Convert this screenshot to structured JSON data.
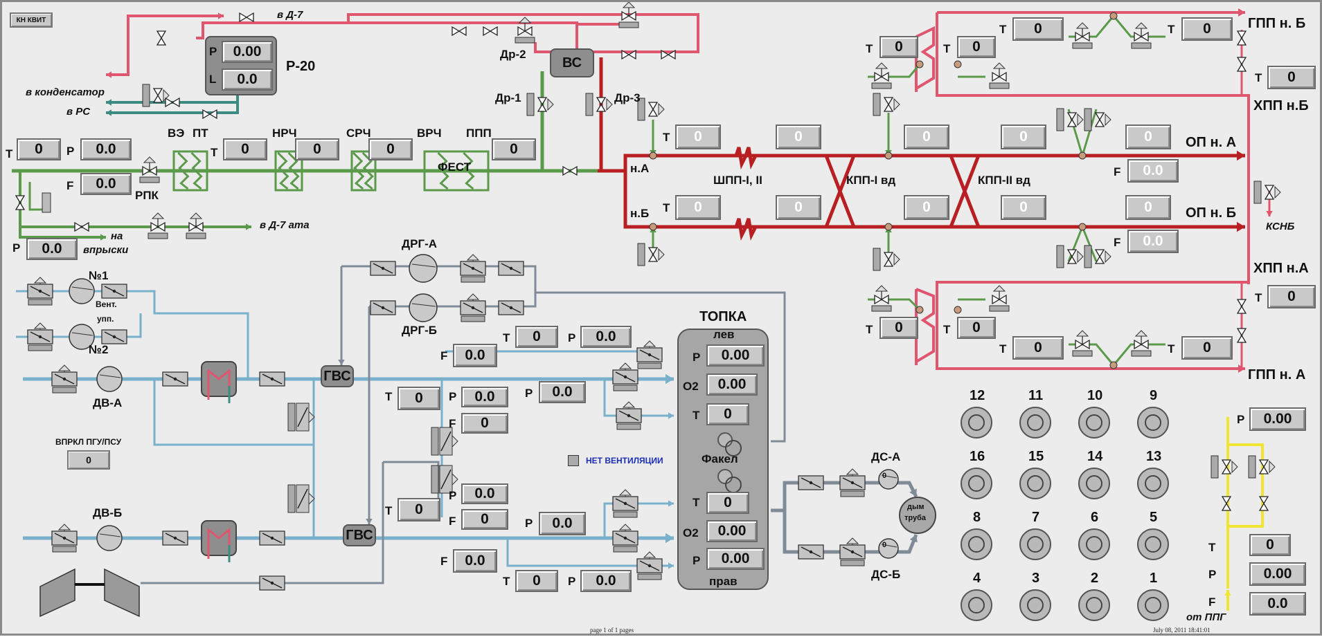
{
  "colors": {
    "steam_pink": "#e0566f",
    "steam_darkred": "#b81f23",
    "water_green": "#5a9a4a",
    "teal": "#3d8c82",
    "air_blue": "#79b0cc",
    "gas_gray": "#7f8c97",
    "fuel_yellow": "#f2e432",
    "panel": "#ececec"
  },
  "header_button": "КН КВИТ",
  "r20": {
    "title": "Р-20",
    "p_label": "Р",
    "p_value": "0.00",
    "l_label": "L",
    "l_value": "0.0"
  },
  "vs_unit": "ВС",
  "labels": {
    "to_d7_top": "в Д-7",
    "to_condenser": "в конденсатор",
    "to_rs": "в РС",
    "dr2": "Др-2",
    "dr1": "Др-1",
    "dr3": "Др-3",
    "ve": "ВЭ",
    "pt": "ПТ",
    "nrch": "НРЧ",
    "srch": "СРЧ",
    "vrch": "ВРЧ",
    "ppp": "ППП",
    "fest": "ФЕСТ",
    "rpk": "РПК",
    "to_d7_ata": "в Д-7 ата",
    "to_injections_1": "на",
    "to_injections_2": "впрыски",
    "na": "н.А",
    "nb": "н.Б",
    "shpp": "ШПП-I, II",
    "kpp1": "КПП-I вд",
    "kpp2": "КПП-II вд",
    "op_a": "ОП н. А",
    "op_b": "ОП н. Б",
    "gpp_b": "ГПП н. Б",
    "hpp_b": "ХПП н.Б",
    "ksnb": "КСНБ",
    "hpp_a": "ХПП н.А",
    "gpp_a": "ГПП н. А",
    "drg_a": "ДРГ-А",
    "drg_b": "ДРГ-Б",
    "fan_1": "№1",
    "fan_2": "№2",
    "vent_1": "Вент.",
    "vent_2": "упп.",
    "dv_a": "ДВ-А",
    "dv_b": "ДВ-Б",
    "gvs_top": "ГВС",
    "gvs_bottom": "ГВС",
    "vprkl": "ВПРКЛ ПГУ/ПСУ",
    "vprkl_value": "0",
    "no_vent": "НЕТ ВЕНТИЛЯЦИИ",
    "topka": "ТОПКА",
    "lev": "лев",
    "fakel": "Факел",
    "prav": "прав",
    "ds_a": "ДС-А",
    "ds_b": "ДС-Б",
    "chimney_1": "дым",
    "chimney_2": "труба",
    "from_ppg": "от ППГ"
  },
  "burners": [
    "12",
    "11",
    "10",
    "9",
    "16",
    "15",
    "14",
    "13",
    "8",
    "7",
    "6",
    "5",
    "4",
    "3",
    "2",
    "1"
  ],
  "fan_values": {
    "ds_a": "0",
    "ds_b": "0"
  },
  "fields": [
    {
      "key": "feed_t",
      "label": "Т",
      "value": "0"
    },
    {
      "key": "feed_p",
      "label": "Р",
      "value": "0.0"
    },
    {
      "key": "feed_f",
      "label": "F",
      "value": "0.0"
    },
    {
      "key": "pt_t",
      "label": "Т",
      "value": "0"
    },
    {
      "key": "nrch_v",
      "label": "",
      "value": "0"
    },
    {
      "key": "srch_v",
      "label": "",
      "value": "0"
    },
    {
      "key": "ppp_v",
      "label": "",
      "value": "0"
    },
    {
      "key": "inj_p",
      "label": "Р",
      "value": "0.0"
    },
    {
      "key": "na_t",
      "label": "Т",
      "value": "0"
    },
    {
      "key": "na_shpp",
      "label": "",
      "value": "0"
    },
    {
      "key": "na_kpp1",
      "label": "",
      "value": "0"
    },
    {
      "key": "na_kpp2",
      "label": "",
      "value": "0"
    },
    {
      "key": "na_op",
      "label": "",
      "value": "0"
    },
    {
      "key": "opa_f",
      "label": "F",
      "value": "0.0"
    },
    {
      "key": "nb_t",
      "label": "Т",
      "value": "0"
    },
    {
      "key": "nb_shpp",
      "label": "",
      "value": "0"
    },
    {
      "key": "nb_kpp1",
      "label": "",
      "value": "0"
    },
    {
      "key": "nb_kpp2",
      "label": "",
      "value": "0"
    },
    {
      "key": "nb_op",
      "label": "",
      "value": "0"
    },
    {
      "key": "opb_f",
      "label": "F",
      "value": "0.0"
    },
    {
      "key": "gppb_t1",
      "label": "Т",
      "value": "0"
    },
    {
      "key": "gppb_t2",
      "label": "Т",
      "value": "0"
    },
    {
      "key": "gppb_t3",
      "label": "Т",
      "value": "0"
    },
    {
      "key": "gppb_t4",
      "label": "Т",
      "value": "0"
    },
    {
      "key": "hppb_t",
      "label": "Т",
      "value": "0"
    },
    {
      "key": "hppa_t",
      "label": "Т",
      "value": "0"
    },
    {
      "key": "gppa_t1",
      "label": "Т",
      "value": "0"
    },
    {
      "key": "gppa_t2",
      "label": "Т",
      "value": "0"
    },
    {
      "key": "gppa_t3",
      "label": "Т",
      "value": "0"
    },
    {
      "key": "gppa_t4",
      "label": "Т",
      "value": "0"
    },
    {
      "key": "air_up_t",
      "label": "Т",
      "value": "0"
    },
    {
      "key": "air_up_p",
      "label": "Р",
      "value": "0.0"
    },
    {
      "key": "air_up_f",
      "label": "F",
      "value": "0.0"
    },
    {
      "key": "mid_t1",
      "label": "Т",
      "value": "0"
    },
    {
      "key": "mid_p1",
      "label": "Р",
      "value": "0.0"
    },
    {
      "key": "mid_f1",
      "label": "F",
      "value": "0"
    },
    {
      "key": "mid_p2",
      "label": "Р",
      "value": "0.0"
    },
    {
      "key": "mid_t2",
      "label": "Т",
      "value": "0"
    },
    {
      "key": "mid_p3",
      "label": "Р",
      "value": "0.0"
    },
    {
      "key": "mid_f3",
      "label": "F",
      "value": "0"
    },
    {
      "key": "mid_p4",
      "label": "Р",
      "value": "0.0"
    },
    {
      "key": "air_dn_f",
      "label": "F",
      "value": "0.0"
    },
    {
      "key": "air_dn_t",
      "label": "Т",
      "value": "0"
    },
    {
      "key": "air_dn_p",
      "label": "Р",
      "value": "0.0"
    },
    {
      "key": "topka_p_top",
      "label": "Р",
      "value": "0.00"
    },
    {
      "key": "topka_o2_top",
      "label": "О2",
      "value": "0.00"
    },
    {
      "key": "topka_t_top",
      "label": "Т",
      "value": "0"
    },
    {
      "key": "topka_t_bot",
      "label": "Т",
      "value": "0"
    },
    {
      "key": "topka_o2_bot",
      "label": "О2",
      "value": "0.00"
    },
    {
      "key": "topka_p_bot",
      "label": "Р",
      "value": "0.00"
    },
    {
      "key": "fuel_p",
      "label": "Р",
      "value": "0.00"
    },
    {
      "key": "fuel_t",
      "label": "Т",
      "value": "0"
    },
    {
      "key": "fuel_p2",
      "label": "Р",
      "value": "0.00"
    },
    {
      "key": "fuel_f",
      "label": "F",
      "value": "0.0"
    }
  ],
  "footer": {
    "page": "page 1 of 1 pages",
    "date": "July 08, 2011 18:41:01"
  }
}
